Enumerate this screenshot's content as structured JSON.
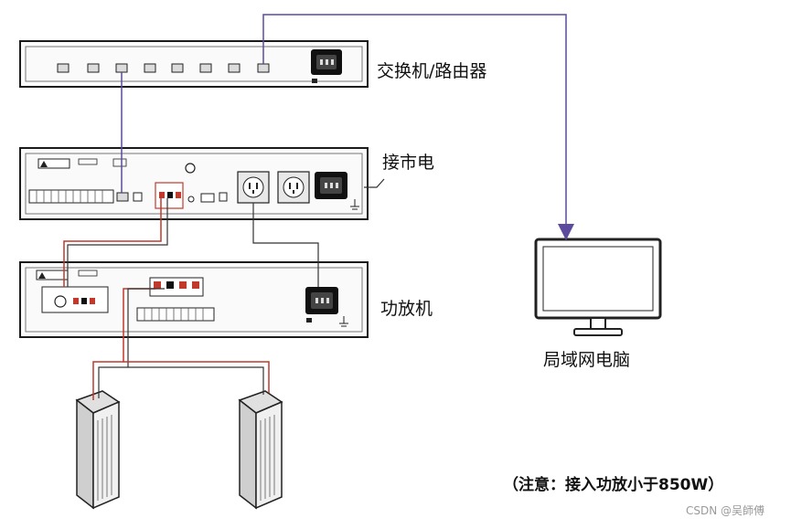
{
  "labels": {
    "switch_router": "交换机/路由器",
    "mains_power": "接市电",
    "amplifier": "功放机",
    "lan_pc": "局域网电脑",
    "note": "（注意：接入功放小于850W）"
  },
  "watermark": "CSDN @吴師傅",
  "colors": {
    "network_line": "#5b4a9e",
    "audio_line": "#c0392b",
    "device_outline": "#1a1a1a"
  }
}
